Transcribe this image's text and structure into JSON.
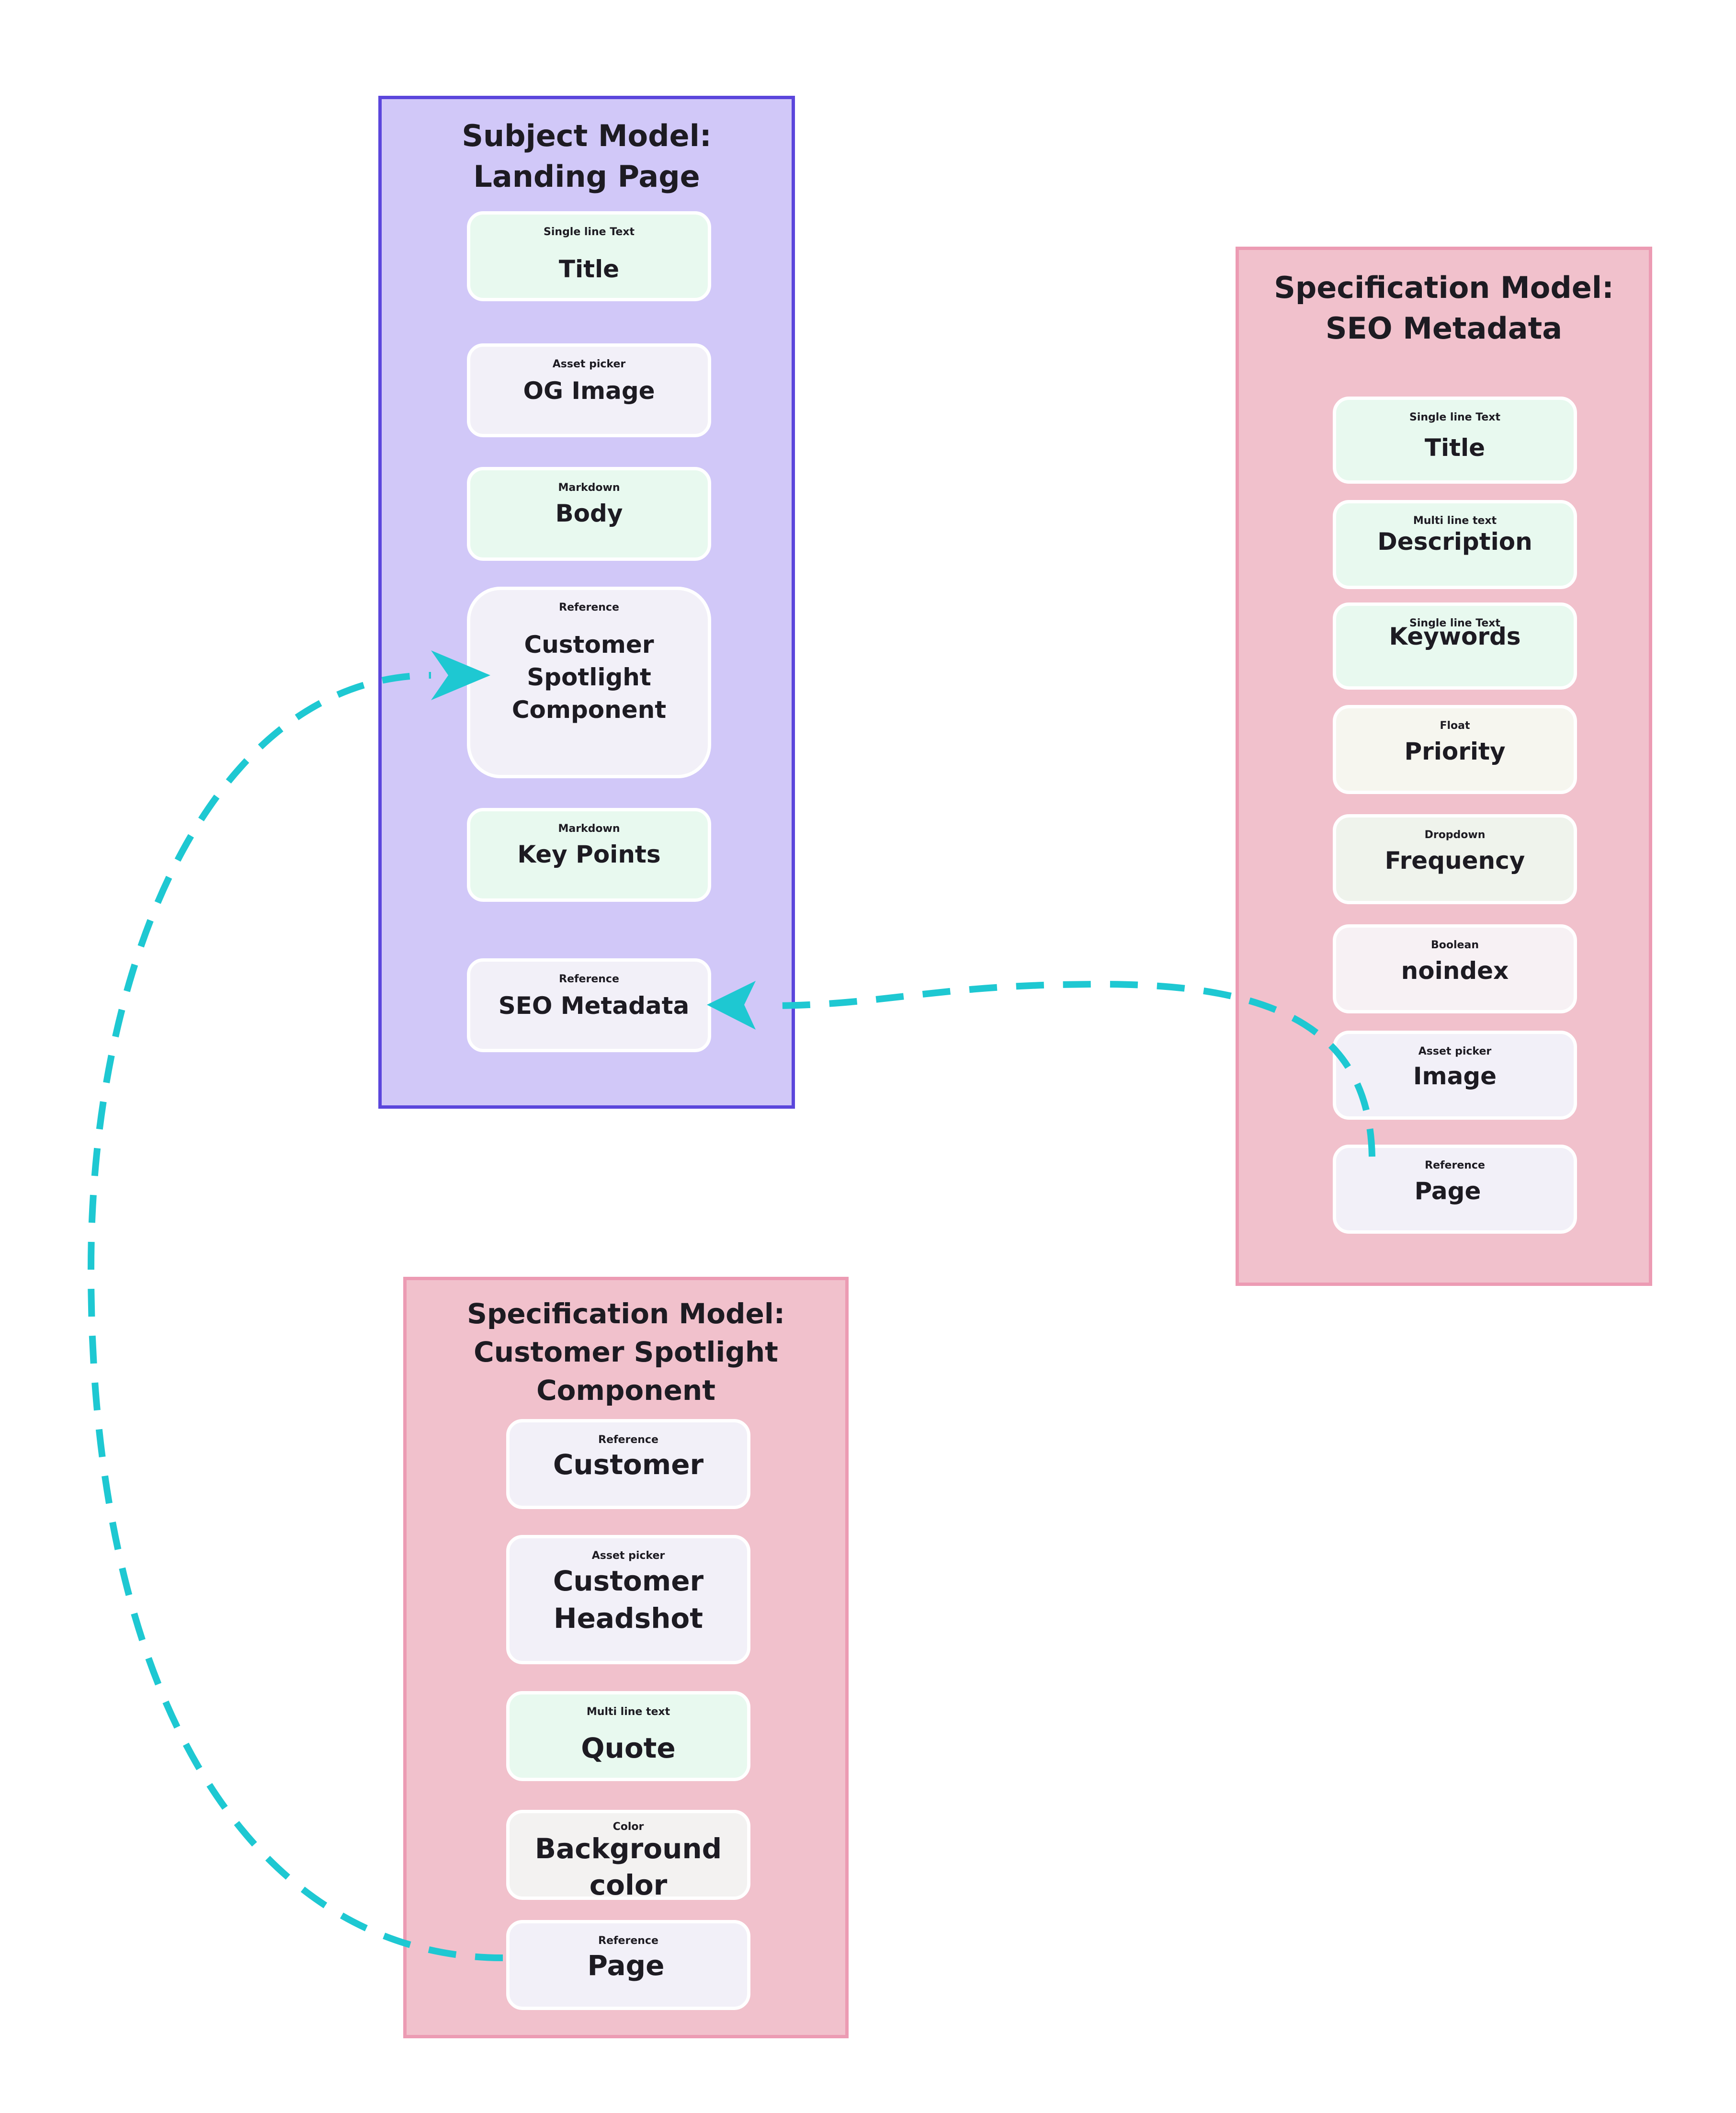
{
  "subject_model": {
    "title_line1": "Subject Model:",
    "title_line2": "Landing Page",
    "fields": [
      {
        "type": "Single line Text",
        "name": "Title"
      },
      {
        "type": "Asset picker",
        "name": "OG Image"
      },
      {
        "type": "Markdown",
        "name": "Body"
      },
      {
        "type": "Reference",
        "name_lines": [
          "Customer",
          "Spotlight",
          "Component"
        ]
      },
      {
        "type": "Markdown",
        "name": "Key Points"
      },
      {
        "type": "Reference",
        "name": "SEO Metadata"
      }
    ]
  },
  "seo_model": {
    "title_line1": "Specification Model:",
    "title_line2": "SEO Metadata",
    "fields": [
      {
        "type": "Single line Text",
        "name": "Title"
      },
      {
        "type": "Multi line text",
        "name": "Description"
      },
      {
        "type": "Single line Text",
        "name": "Keywords"
      },
      {
        "type": "Float",
        "name": "Priority"
      },
      {
        "type": "Dropdown",
        "name": "Frequency"
      },
      {
        "type": "Boolean",
        "name": "noindex"
      },
      {
        "type": "Asset picker",
        "name": "Image"
      },
      {
        "type": "Reference",
        "name": "Page"
      }
    ]
  },
  "spotlight_model": {
    "title_line1": "Specification Model:",
    "title_line2": "Customer Spotlight",
    "title_line3": "Component",
    "fields": [
      {
        "type": "Reference",
        "name": "Customer"
      },
      {
        "type": "Asset picker",
        "name_lines": [
          "Customer",
          "Headshot"
        ]
      },
      {
        "type": "Multi line text",
        "name": "Quote"
      },
      {
        "type": "Color",
        "name_lines": [
          "Background",
          "color"
        ]
      },
      {
        "type": "Reference",
        "name": "Page"
      }
    ]
  },
  "colors": {
    "subject_fill": "#d1c8f8",
    "subject_border": "#5b46dc",
    "spec_fill": "#f1c1cc",
    "spec_border": "#ec9bb3",
    "connector": "#1ec8d2"
  }
}
